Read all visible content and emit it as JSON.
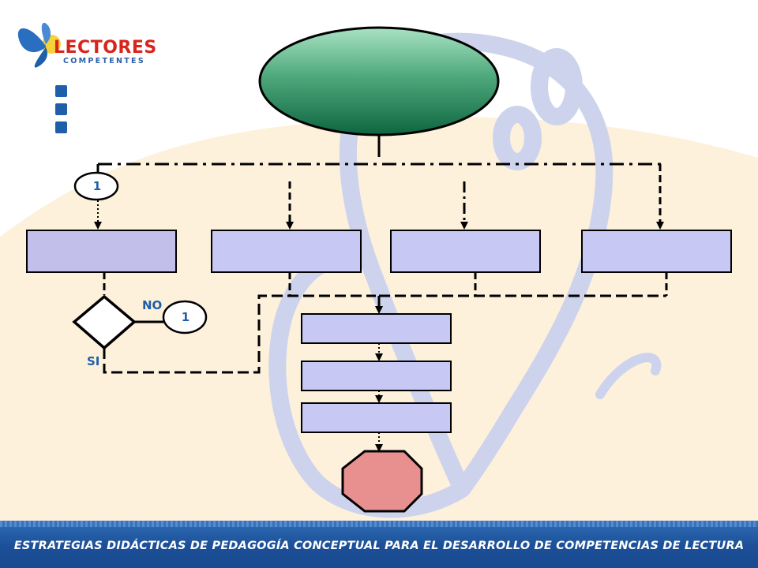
{
  "logo": {
    "title": "LECTORES",
    "subtitle": "COMPETENTES",
    "butterfly_color": "#2a6fbf",
    "sun_color": "#f6d23a"
  },
  "connectors": {
    "top": "1",
    "right": "1"
  },
  "decision": {
    "no_label": "NO",
    "yes_label": "SI"
  },
  "colors": {
    "background_cream": "#fdf1dc",
    "watermark": "#cdd3ec",
    "ellipse_top": "#a8e2c3",
    "ellipse_bottom": "#0e6640",
    "box_fill": "#c7c8f4",
    "box_first_fill": "#c2c0ea",
    "stop_fill": "#e89090",
    "line": "#000000",
    "footer_bg": "#1b4f97",
    "footer_text": "#ffffff"
  },
  "footer": {
    "text": "ESTRATEGIAS DIDÁCTICAS DE PEDAGOGÍA CONCEPTUAL PARA EL DESARROLLO DE COMPETENCIAS DE LECTURA"
  }
}
